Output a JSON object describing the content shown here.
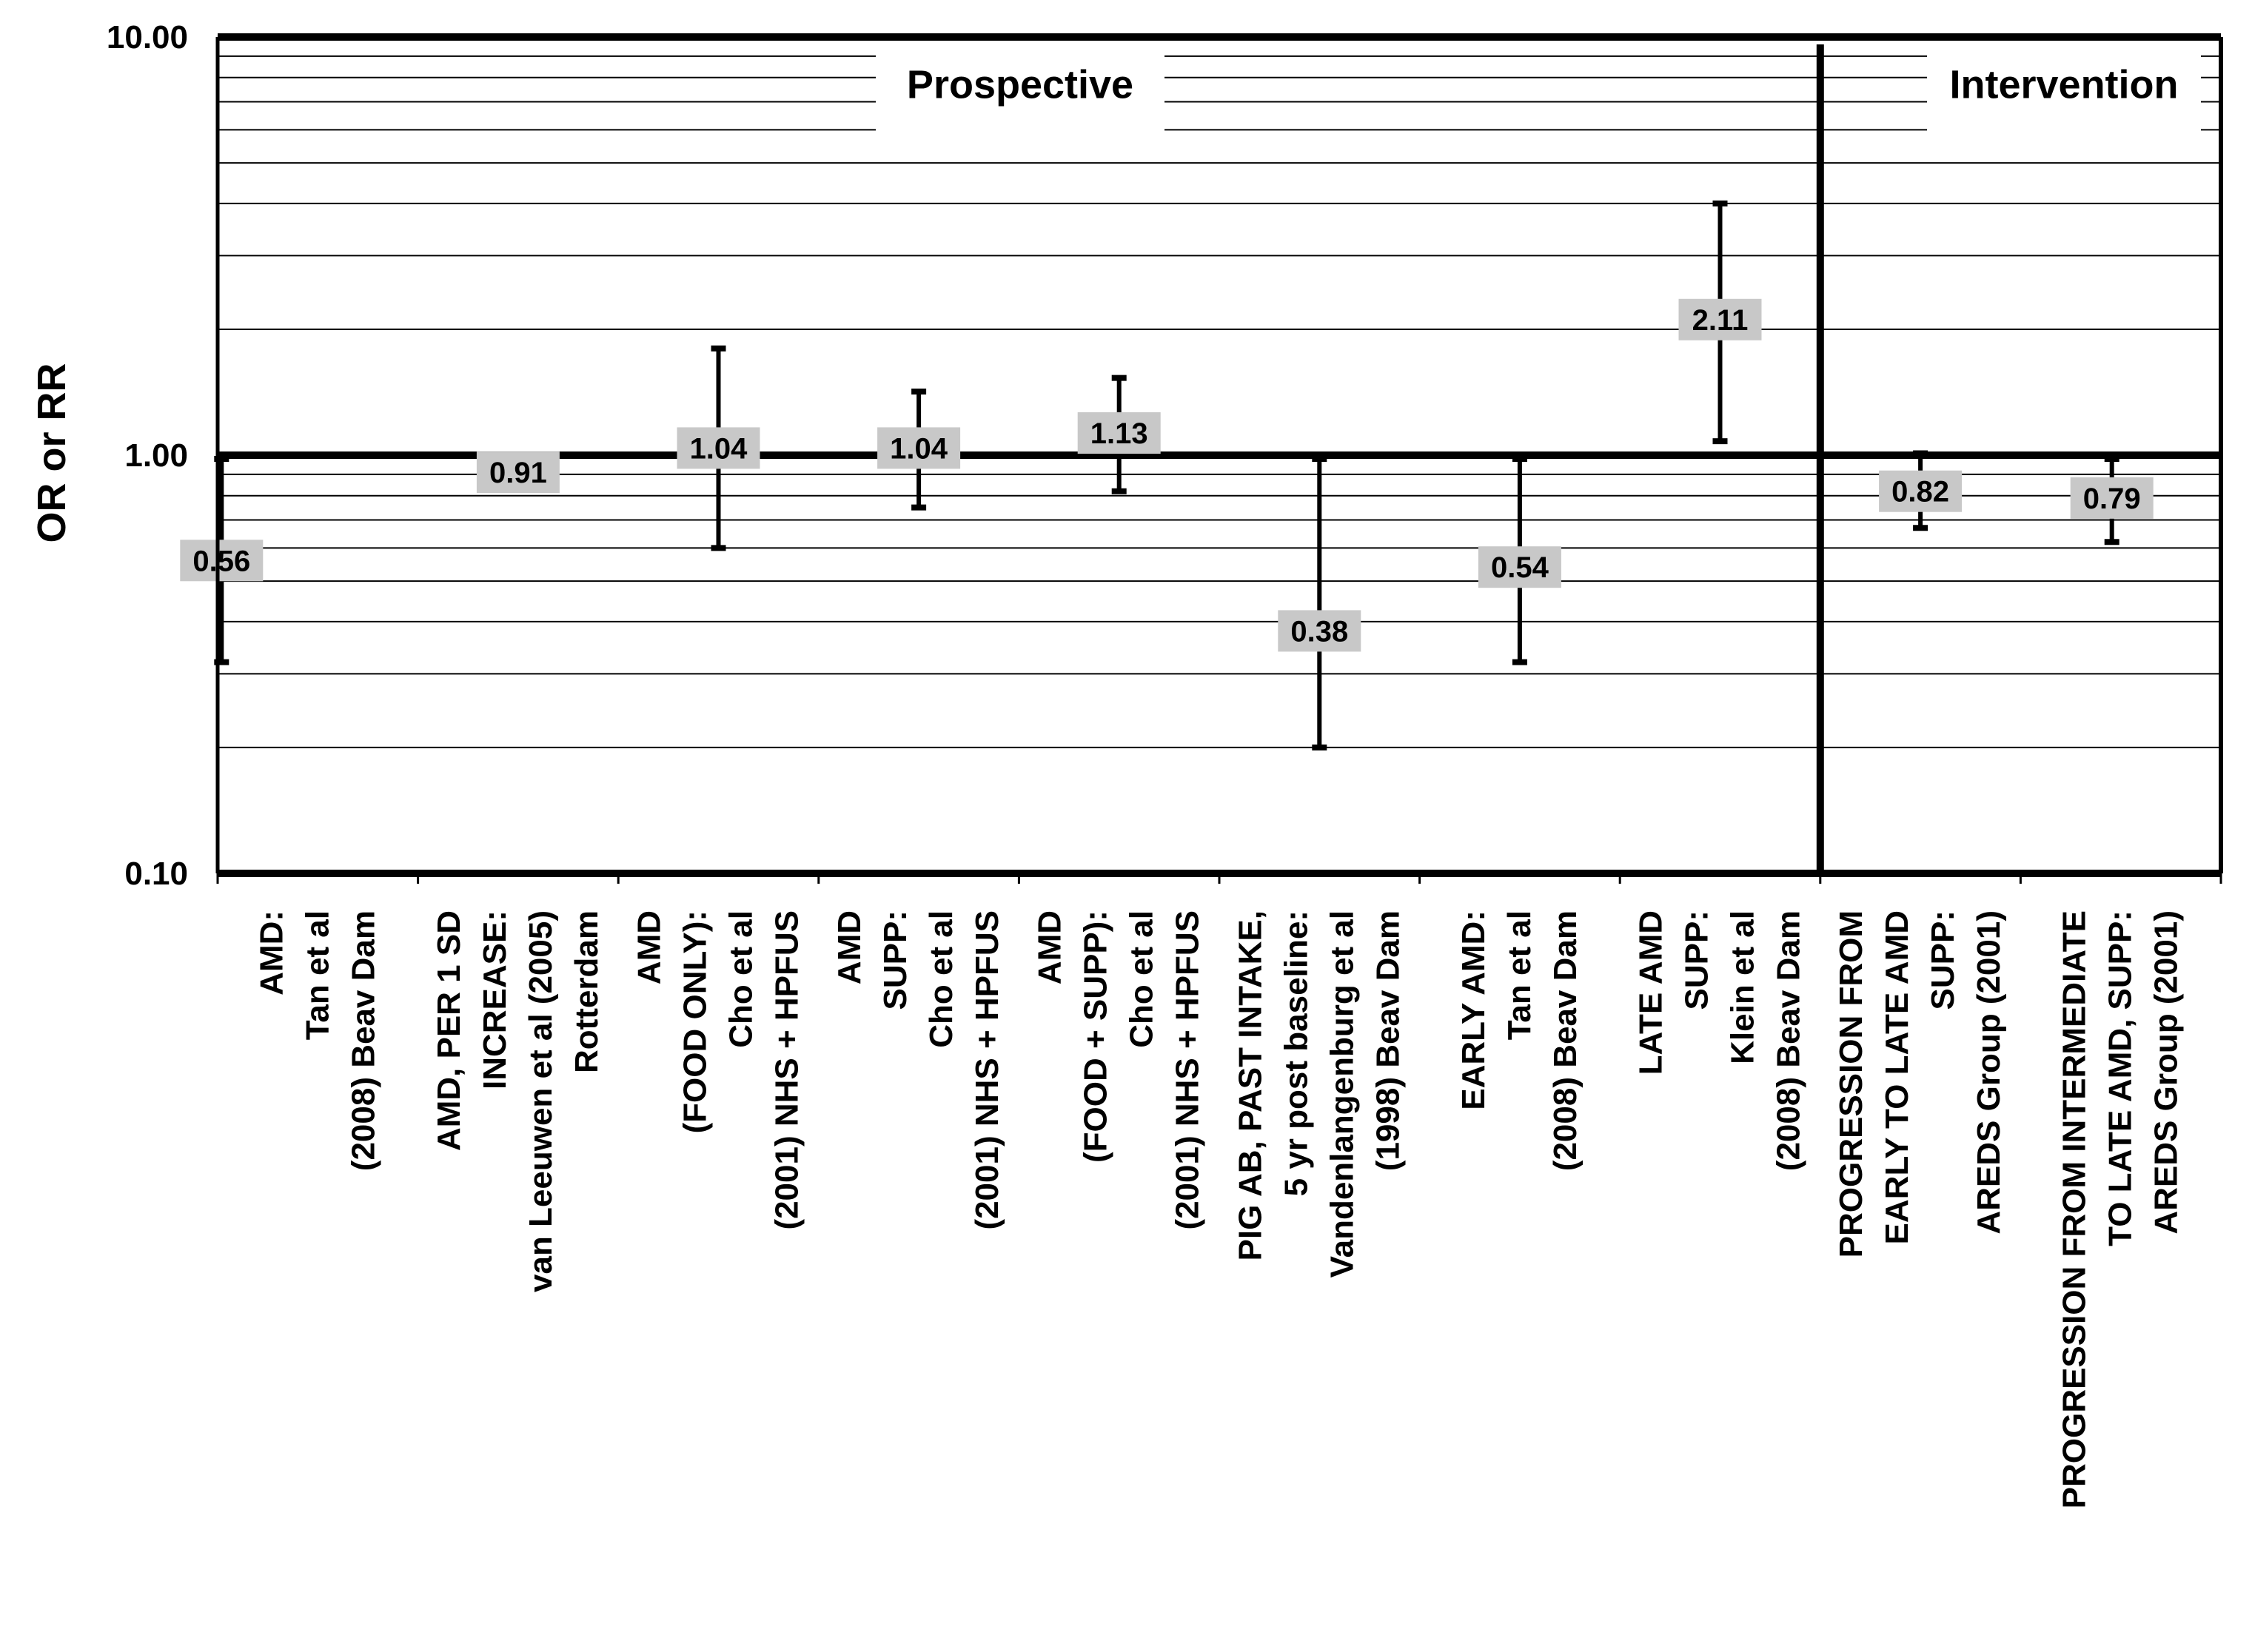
{
  "chart_data": {
    "type": "scatter",
    "ylabel": "OR or RR",
    "xlabel": "",
    "yscale": "log",
    "ylim": [
      0.1,
      10
    ],
    "y_ticks": [
      "0.10",
      "1.00",
      "10.00"
    ],
    "grid": true,
    "sections": [
      {
        "label": "Prospective",
        "first_category": 0,
        "last_category": 7
      },
      {
        "label": "Intervention",
        "first_category": 8,
        "last_category": 9
      }
    ],
    "reference_line": 1.0,
    "categories": [
      [
        "AMD:",
        "Tan et al",
        "(2008) Beav Dam"
      ],
      [
        "AMD, PER 1 SD",
        "INCREASE:",
        "van Leeuwen et al (2005)",
        "Rotterdam"
      ],
      [
        "AMD",
        "(FOOD ONLY):",
        "Cho et al",
        "(2001) NHS + HPFUS"
      ],
      [
        "AMD",
        "SUPP:",
        "Cho et al",
        "(2001) NHS + HPFUS"
      ],
      [
        "AMD",
        "(FOOD + SUPP):",
        "Cho et al",
        "(2001) NHS + HPFUS"
      ],
      [
        "PIG AB, PAST INTAKE,",
        "5 yr post baseline:",
        "Vandenlangenburg et al",
        "(1998) Beav Dam"
      ],
      [
        "EARLY AMD:",
        "Tan et al",
        "(2008) Beav Dam"
      ],
      [
        "LATE AMD",
        "SUPP:",
        "Klein et al",
        "(2008) Beav Dam"
      ],
      [
        "PROGRESSION FROM",
        "EARLY TO LATE AMD",
        "SUPP:",
        "AREDS Group (2001)"
      ],
      [
        "PROGRESSION FROM INTERMEDIATE",
        "TO LATE AMD, SUPP:",
        "AREDS Group (2001)"
      ]
    ],
    "series": [
      {
        "values": [
          0.56,
          0.91,
          1.04,
          1.04,
          1.13,
          0.38,
          0.54,
          2.11,
          0.82,
          0.79
        ],
        "labels": [
          "0.56",
          "0.91",
          "1.04",
          "1.04",
          "1.13",
          "0.38",
          "0.54",
          "2.11",
          "0.82",
          "0.79"
        ],
        "ci_low": [
          0.32,
          null,
          0.6,
          0.75,
          0.82,
          0.2,
          0.32,
          1.08,
          0.67,
          0.62
        ],
        "ci_high": [
          0.98,
          null,
          1.8,
          1.42,
          1.53,
          0.98,
          0.98,
          4.0,
          1.01,
          0.98
        ]
      }
    ]
  }
}
